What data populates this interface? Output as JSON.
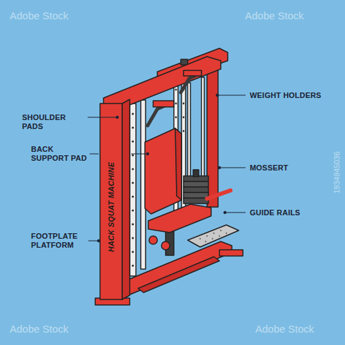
{
  "diagram": {
    "labels": [
      "SHOULDER PADS",
      "BACK SUPPORT PAD",
      "FOOTPLATE PLATFORM",
      "WEIGHT HOLDERS",
      "MOSSERT",
      "GUIDE RAILS",
      "HACK SQUAT MACHINE",
      "Adobe Stock",
      "Adobe Stock",
      "Adobe Stock",
      "Adobe Stock",
      "1934945036"
    ]
  }
}
